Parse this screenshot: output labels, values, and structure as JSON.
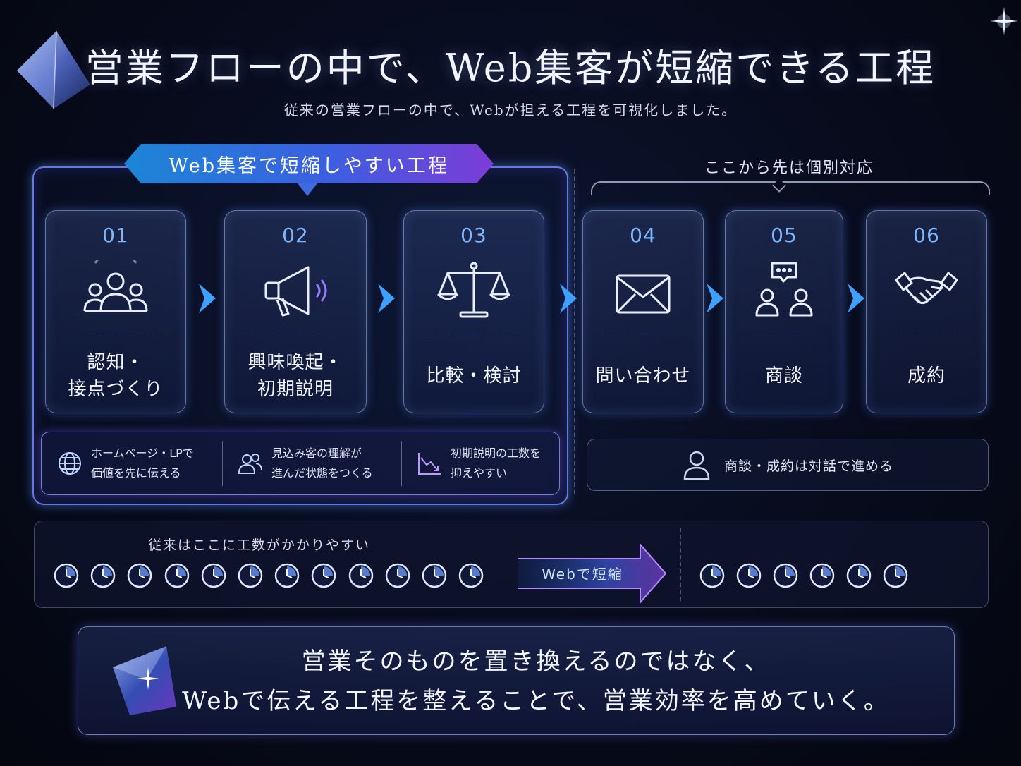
{
  "title": "営業フローの中で、Web集客が短縮できる工程",
  "subtitle": "従来の営業フローの中で、Webが担える工程を可視化しました。",
  "left_banner": "Web集客で短縮しやすい工程",
  "right_caption": "ここから先は個別対応",
  "steps": [
    {
      "num": "01",
      "label": "認知・\n接点づくり",
      "icon": "people-group-icon"
    },
    {
      "num": "02",
      "label": "興味喚起・\n初期説明",
      "icon": "megaphone-icon"
    },
    {
      "num": "03",
      "label": "比較・検討",
      "icon": "scales-icon"
    },
    {
      "num": "04",
      "label": "問い合わせ",
      "icon": "envelope-icon"
    },
    {
      "num": "05",
      "label": "商談",
      "icon": "meeting-chat-icon"
    },
    {
      "num": "06",
      "label": "成約",
      "icon": "handshake-icon"
    }
  ],
  "benefits": [
    {
      "icon": "globe-icon",
      "text": "ホームページ・LPで\n価値を先に伝える"
    },
    {
      "icon": "users-icon",
      "text": "見込み客の理解が\n進んだ状態をつくる"
    },
    {
      "icon": "chart-down-icon",
      "text": "初期説明の工数を\n抑えやすい"
    }
  ],
  "talk_note": {
    "icon": "person-icon",
    "text": "商談・成約は対話で進める"
  },
  "compare": {
    "caption": "従来はここに工数がかかりやすい",
    "before_clocks": 12,
    "arrow_label": "Webで短縮",
    "after_clocks": 6
  },
  "message": "営業そのものを置き換えるのではなく、\nWebで伝える工程を整えることで、営業効率を高めていく。",
  "colors": {
    "accent_blue": "#7fb7ff",
    "accent_purple": "#9a5cff",
    "background": "#070b1c"
  }
}
